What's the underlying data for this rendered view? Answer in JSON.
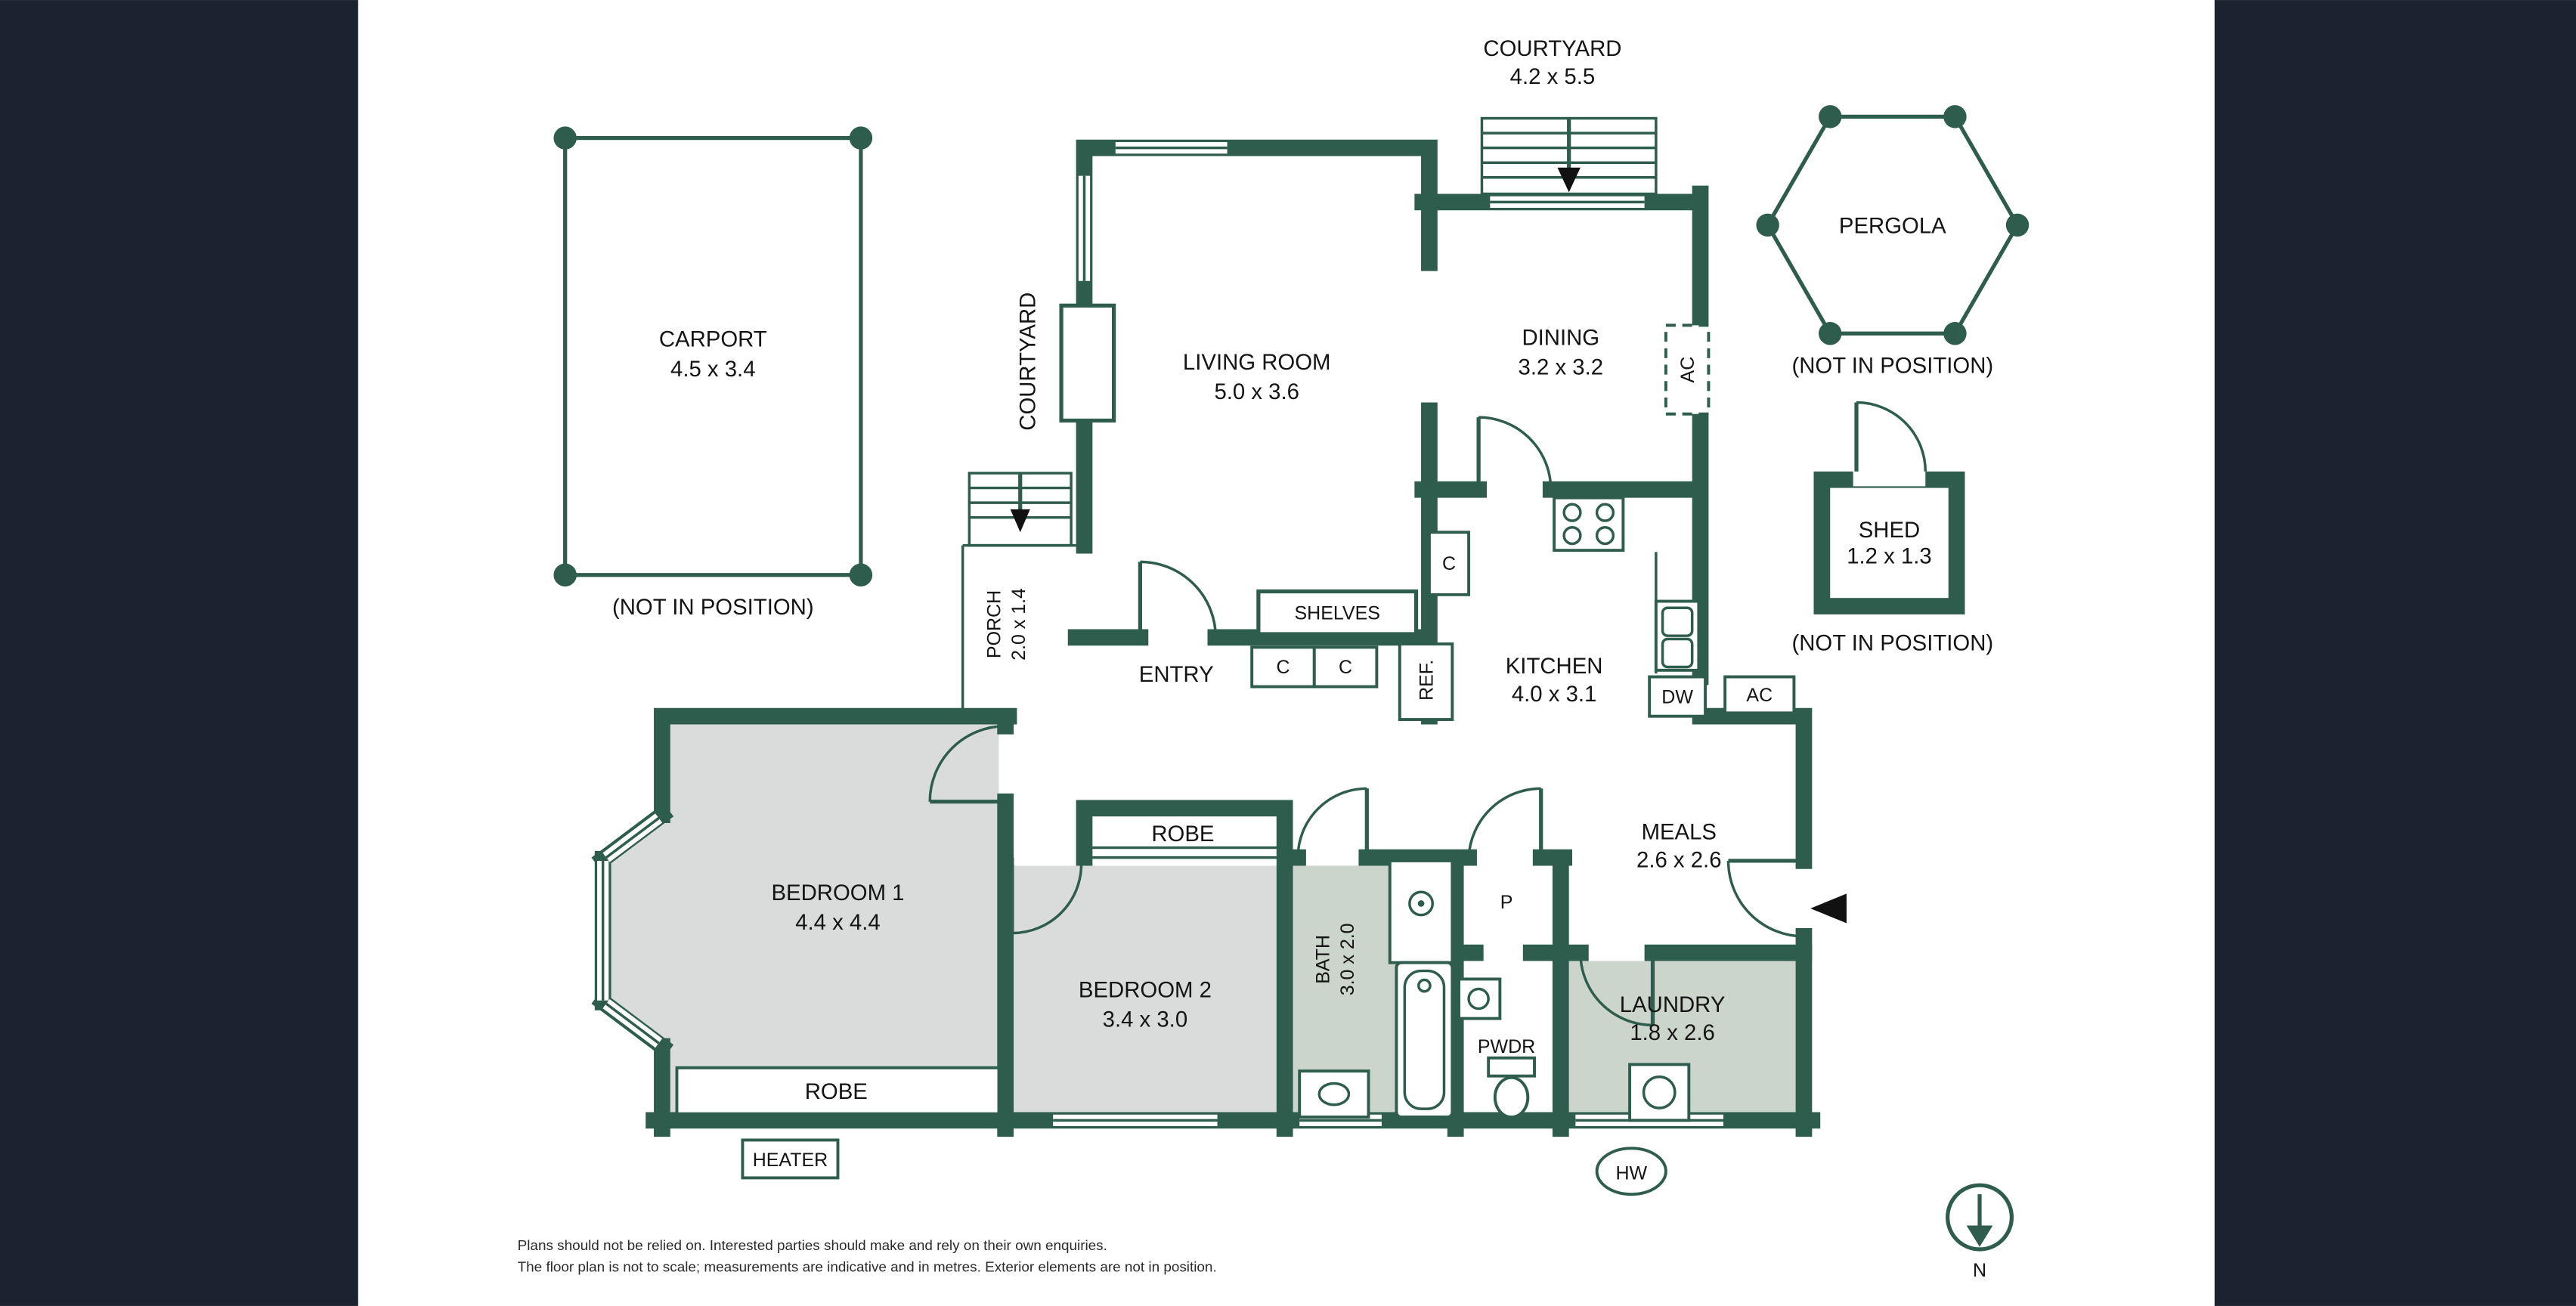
{
  "colors": {
    "wall_green": "#2F5D4D",
    "panel_navy": "#1B2230",
    "room_gray": "#D9DCDA",
    "room_green": "#CBD5CC",
    "paper_white": "#FFFFFF",
    "arrow_black": "#111111"
  },
  "outdoor": {
    "courtyard_top": {
      "title": "COURTYARD",
      "dims": "4.2 x 5.5"
    },
    "carport": {
      "title": "CARPORT",
      "dims": "4.5 x 3.4",
      "note": "(NOT IN POSITION)"
    },
    "pergola": {
      "title": "PERGOLA",
      "note": "(NOT IN POSITION)"
    },
    "shed": {
      "title": "SHED",
      "dims": "1.2 x 1.3",
      "note": "(NOT IN POSITION)"
    },
    "courtyard_side": {
      "title": "COURTYARD"
    },
    "porch": {
      "title": "PORCH",
      "dims": "2.0 x 1.4"
    }
  },
  "rooms": {
    "living": {
      "title": "LIVING ROOM",
      "dims": "5.0 x 3.6"
    },
    "dining": {
      "title": "DINING",
      "dims": "3.2 x 3.2"
    },
    "kitchen": {
      "title": "KITCHEN",
      "dims": "4.0 x 3.1"
    },
    "meals": {
      "title": "MEALS",
      "dims": "2.6 x 2.6"
    },
    "bedroom1": {
      "title": "BEDROOM 1",
      "dims": "4.4 x 4.4"
    },
    "bedroom2": {
      "title": "BEDROOM 2",
      "dims": "3.4 x 3.0"
    },
    "bath": {
      "title": "BATH",
      "dims": "3.0 x 2.0"
    },
    "laundry": {
      "title": "LAUNDRY",
      "dims": "1.8 x 2.6"
    },
    "powder": {
      "title": "PWDR"
    },
    "entry": {
      "title": "ENTRY"
    }
  },
  "fixtures": {
    "shelves": "SHELVES",
    "cupboard_a": "C",
    "cupboard_b": "C",
    "cupboard_c": "C",
    "fridge": "REF.",
    "dishwasher": "DW",
    "ac_dining": "AC",
    "ac_external": "AC",
    "pantry": "P",
    "robe_bedroom2": "ROBE",
    "robe_bedroom1": "ROBE",
    "heater": "HEATER",
    "hot_water": "HW"
  },
  "compass": {
    "north": "N"
  },
  "footer": {
    "line1": "Plans should not be relied on. Interested parties should make and rely on their own enquiries.",
    "line2": "The floor plan is not to scale; measurements are indicative and in metres. Exterior elements are not in position."
  }
}
